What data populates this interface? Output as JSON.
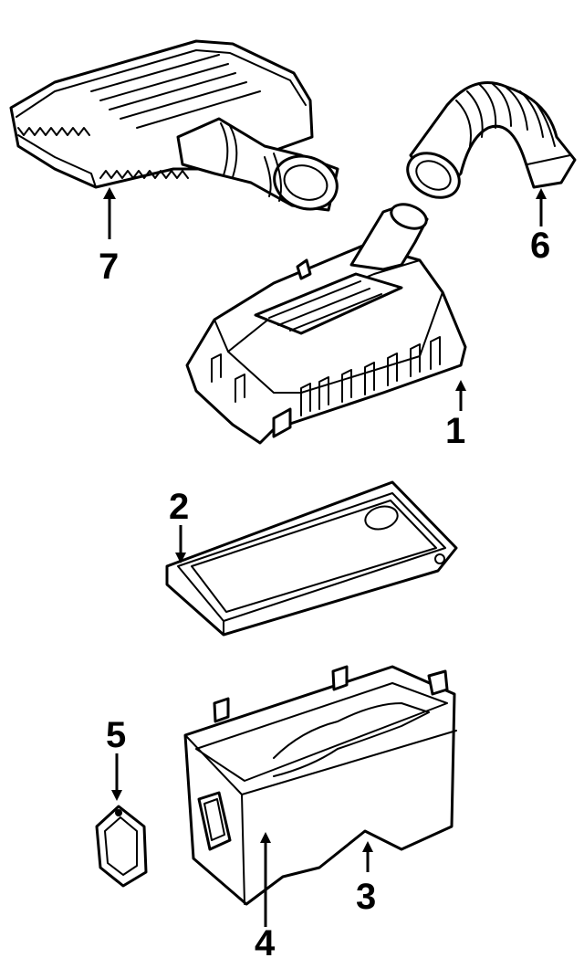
{
  "callouts": {
    "c1": "1",
    "c2": "2",
    "c3": "3",
    "c4": "4",
    "c5": "5",
    "c6": "6",
    "c7": "7"
  },
  "parts": [
    {
      "id": "7",
      "name": "air-cleaner-lid-with-duct"
    },
    {
      "id": "6",
      "name": "air-intake-hose"
    },
    {
      "id": "1",
      "name": "air-cleaner-cover"
    },
    {
      "id": "2",
      "name": "air-filter-element"
    },
    {
      "id": "3",
      "name": "air-cleaner-lower-housing"
    },
    {
      "id": "4",
      "name": "housing-seal"
    },
    {
      "id": "5",
      "name": "mounting-grommet"
    }
  ],
  "colors": {
    "line": "#000000",
    "background": "#ffffff"
  }
}
